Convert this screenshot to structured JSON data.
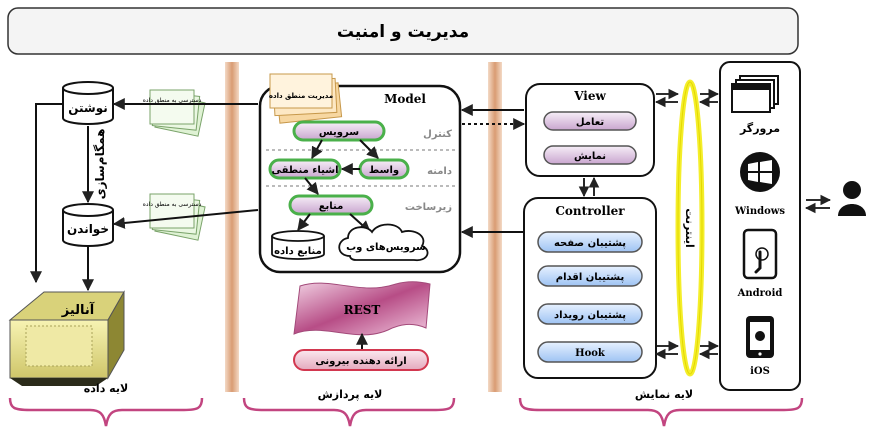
{
  "header": {
    "title": "مدیریت و امنیت"
  },
  "data_layer": {
    "write_label": "نوشتن",
    "read_label": "خواندن",
    "sync_label": "همگام‌سازی",
    "analysis_label": "آنالیز",
    "access_note_1": "دسترسی به منطق داده",
    "access_note_2": "دسترسی به منطق داده"
  },
  "model": {
    "title": "Model",
    "data_logic": "مدیریت منطق داده",
    "control_label": "کنترل",
    "domain_label": "دامنه",
    "infra_label": "زیرساخت",
    "service": "سرویس",
    "logic_objects": "اشیاء منطقی",
    "intermediary": "واسط",
    "resources": "منابع",
    "data_sources": "منابع داده",
    "web_services": "سرویس‌های وب"
  },
  "rest": {
    "label": "REST",
    "external_provider": "ارائه دهنده بیرونی"
  },
  "view": {
    "title": "View",
    "interaction": "تعامل",
    "display": "نمایش"
  },
  "controller": {
    "title": "Controller",
    "items": [
      "پشتیبان صفحه",
      "پشتیبان اقدام",
      "پشتیبان رویداد",
      "Hook"
    ]
  },
  "internet_label": "اینترنت",
  "clients": {
    "browser": "مرورگر",
    "windows": "Windows",
    "android": "Android",
    "ios": "iOS"
  },
  "layers": {
    "data": "لایه داده",
    "processing": "لایه پردازش",
    "presentation": "لایه نمایش"
  }
}
